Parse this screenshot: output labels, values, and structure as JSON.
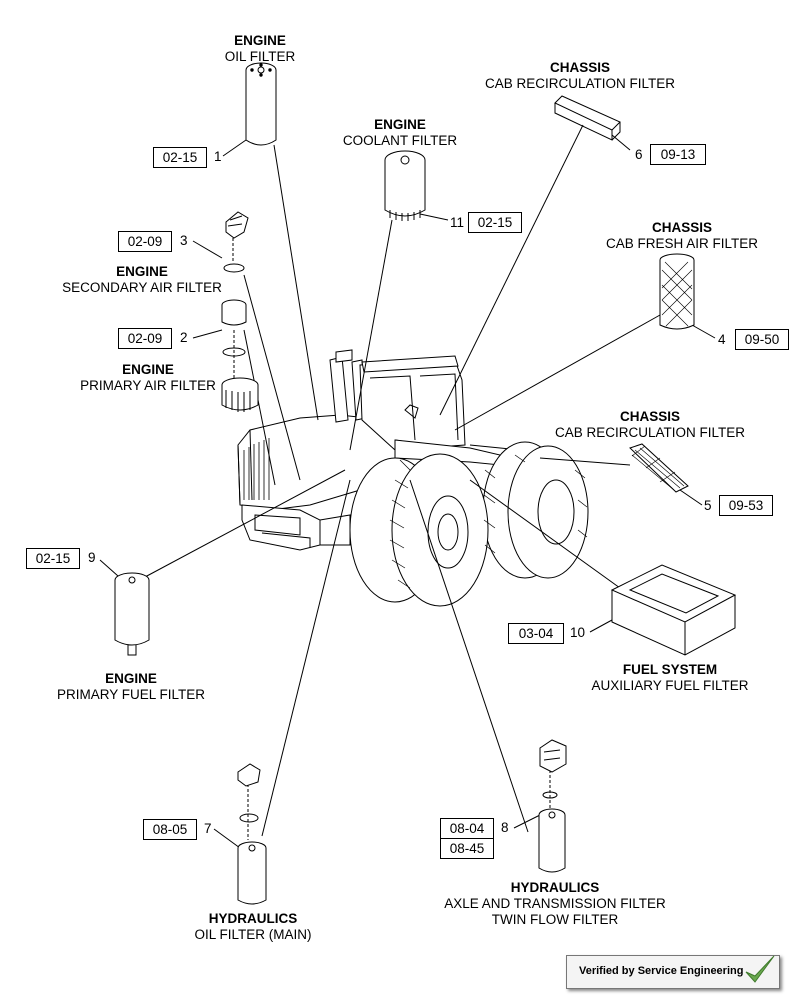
{
  "labels": {
    "engine_oil": {
      "category": "ENGINE",
      "name": "OIL FILTER"
    },
    "cab_recirc_top": {
      "category": "CHASSIS",
      "name": "CAB RECIRCULATION FILTER"
    },
    "engine_coolant": {
      "category": "ENGINE",
      "name": "COOLANT FILTER"
    },
    "engine_secondary_air": {
      "category": "ENGINE",
      "name": "SECONDARY AIR FILTER"
    },
    "cab_fresh_air": {
      "category": "CHASSIS",
      "name": "CAB FRESH AIR FILTER"
    },
    "engine_primary_air": {
      "category": "ENGINE",
      "name": "PRIMARY AIR FILTER"
    },
    "cab_recirc_mid": {
      "category": "CHASSIS",
      "name": "CAB RECIRCULATION FILTER"
    },
    "engine_primary_fuel": {
      "category": "ENGINE",
      "name": "PRIMARY FUEL FILTER"
    },
    "fuel_aux": {
      "category": "FUEL SYSTEM",
      "name": "AUXILIARY FUEL FILTER"
    },
    "hyd_oil_main": {
      "category": "HYDRAULICS",
      "name": "OIL FILTER (MAIN)"
    },
    "hyd_axle": {
      "category": "HYDRAULICS",
      "name": "AXLE AND TRANSMISSION FILTER",
      "name2": "TWIN FLOW FILTER"
    }
  },
  "refs": {
    "r1": {
      "box": "02-15",
      "num": "1"
    },
    "r6": {
      "box": "09-13",
      "num": "6"
    },
    "r11": {
      "box": "02-15",
      "num": "11"
    },
    "r3": {
      "box": "02-09",
      "num": "3"
    },
    "r2": {
      "box": "02-09",
      "num": "2"
    },
    "r4": {
      "box": "09-50",
      "num": "4"
    },
    "r5": {
      "box": "09-53",
      "num": "5"
    },
    "r9": {
      "box": "02-15",
      "num": "9"
    },
    "r10": {
      "box": "03-04",
      "num": "10"
    },
    "r7": {
      "box": "08-05",
      "num": "7"
    },
    "r8": {
      "box": "08-04",
      "box2": "08-45",
      "num": "8"
    }
  },
  "badge": {
    "text": "Verified by Service Engineering",
    "check_color": "#6aa84f"
  }
}
